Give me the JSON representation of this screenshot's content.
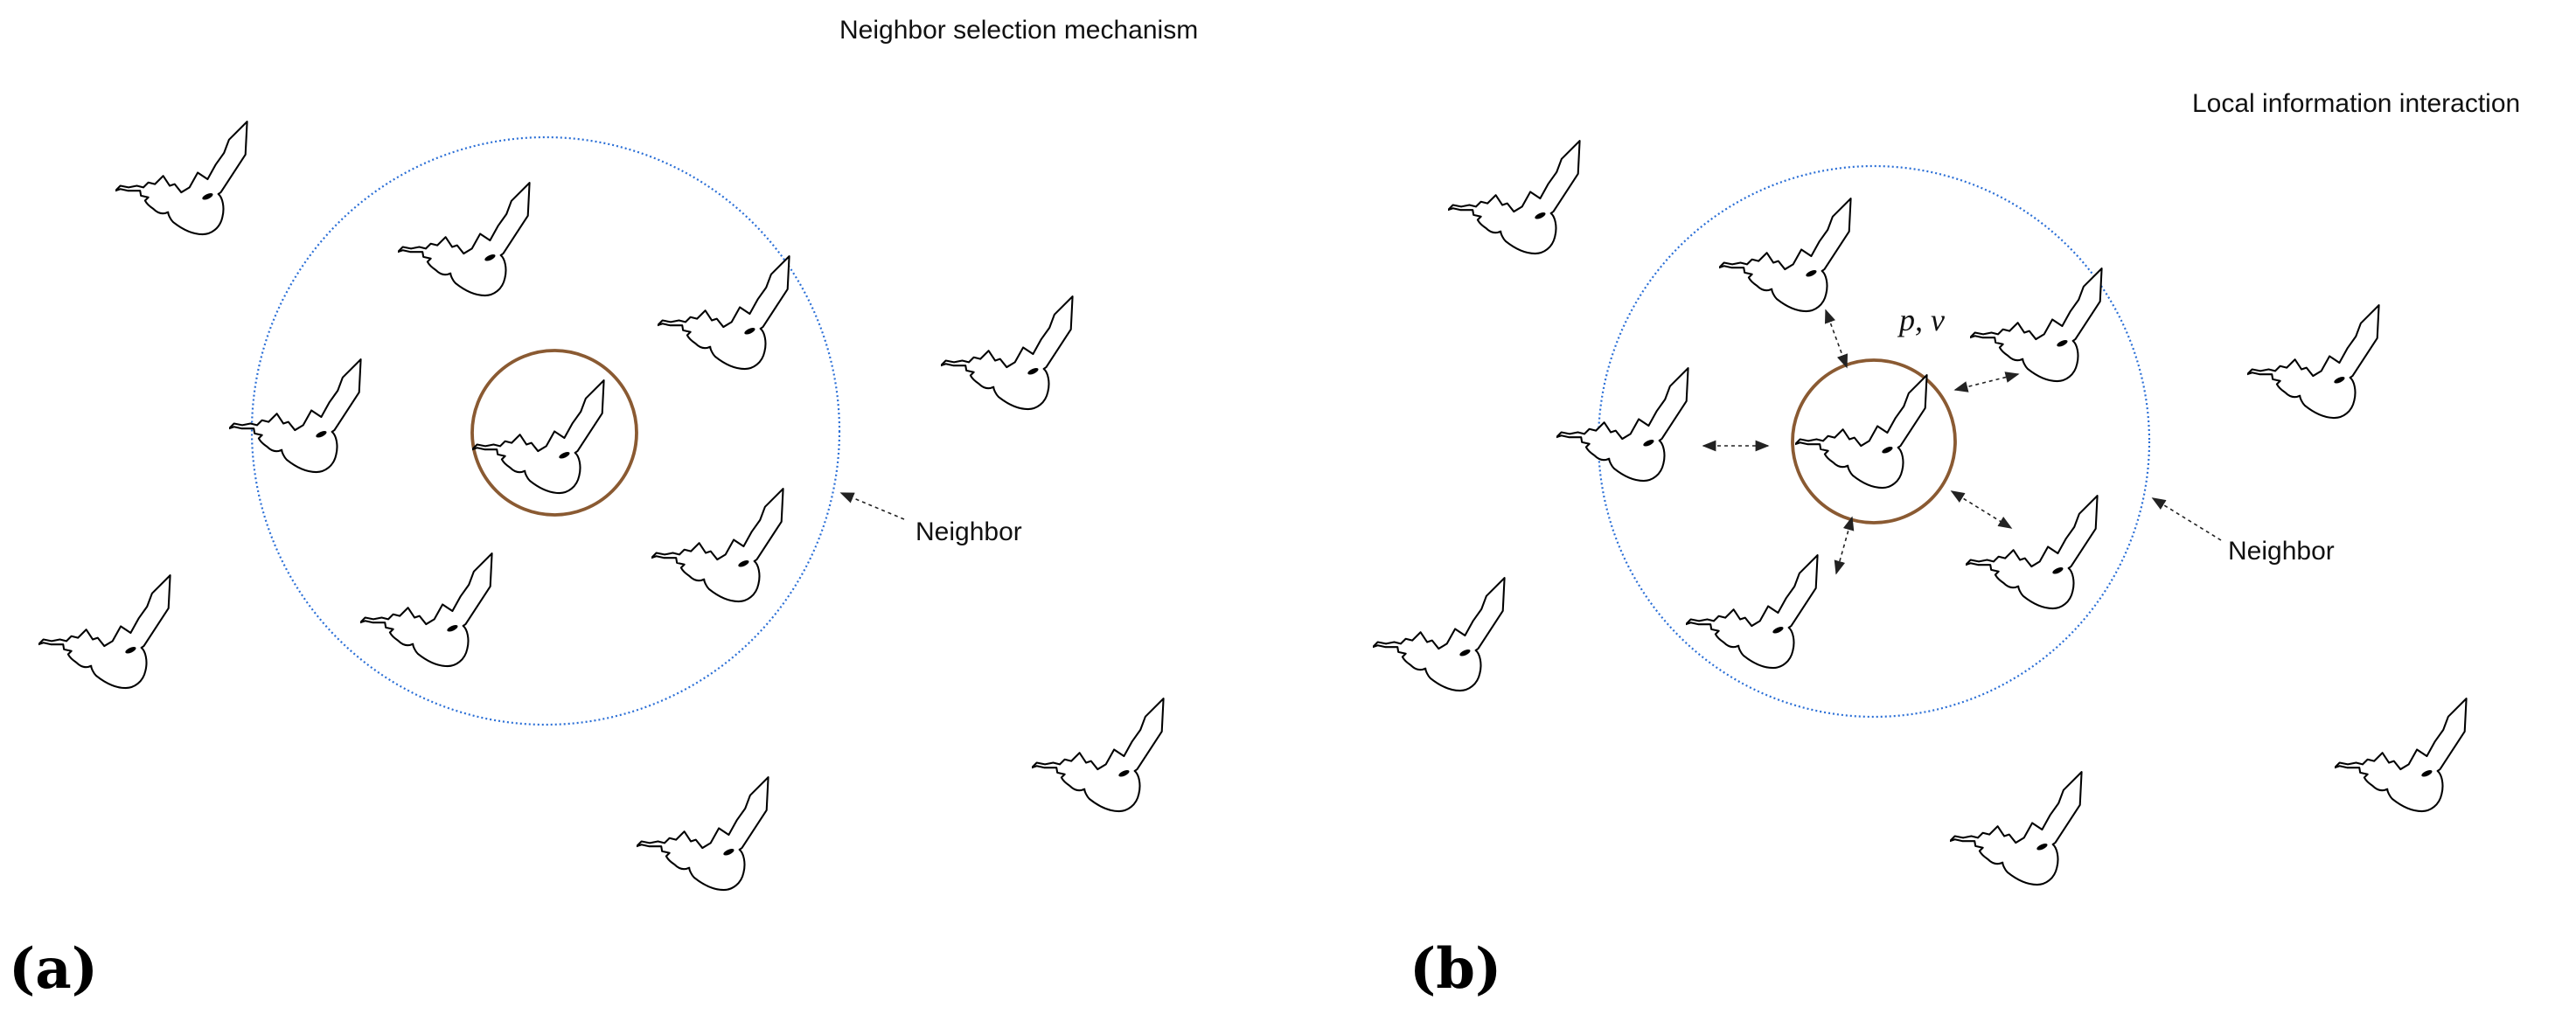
{
  "figure": {
    "panel_a": {
      "tag": "(a)",
      "title": "Neighbor selection mechanism",
      "neighbor_label": "Neighbor"
    },
    "panel_b": {
      "tag": "(b)",
      "title": "Local information interaction",
      "neighbor_label": "Neighbor",
      "shared_state_label": "p, v"
    },
    "colors": {
      "neighborhood_circle": "#2b6fd6",
      "focal_circle": "#8a5a32",
      "bird_outline": "#000000"
    },
    "icons": [
      "bird-icon",
      "neighborhood-circle",
      "focal-circle",
      "interaction-arrow"
    ]
  }
}
